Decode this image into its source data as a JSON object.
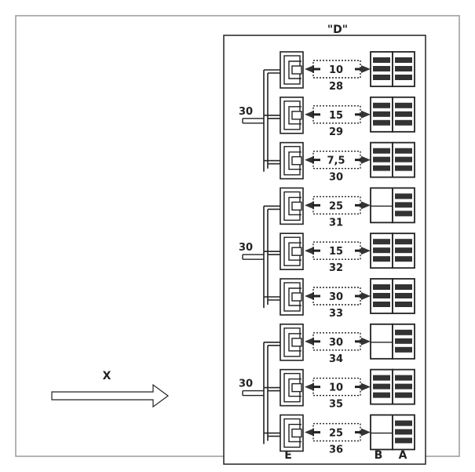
{
  "diagram": {
    "panel_label": "\"D\"",
    "arrow_label": "X",
    "column_labels": {
      "left": "E",
      "middle": "B",
      "right": "A"
    },
    "groups": [
      {
        "feed_label": "30"
      },
      {
        "feed_label": "30"
      },
      {
        "feed_label": "30"
      }
    ],
    "rows": [
      {
        "value": "10",
        "number": "28",
        "b_filled": true
      },
      {
        "value": "15",
        "number": "29",
        "b_filled": true
      },
      {
        "value": "7,5",
        "number": "30",
        "b_filled": true
      },
      {
        "value": "25",
        "number": "31",
        "b_filled": false
      },
      {
        "value": "15",
        "number": "32",
        "b_filled": true
      },
      {
        "value": "30",
        "number": "33",
        "b_filled": true
      },
      {
        "value": "30",
        "number": "34",
        "b_filled": false
      },
      {
        "value": "10",
        "number": "35",
        "b_filled": true
      },
      {
        "value": "25",
        "number": "36",
        "b_filled": false
      }
    ],
    "colors": {
      "frame": "#ffffff",
      "ink": "#222222",
      "fill": "#333333"
    }
  }
}
